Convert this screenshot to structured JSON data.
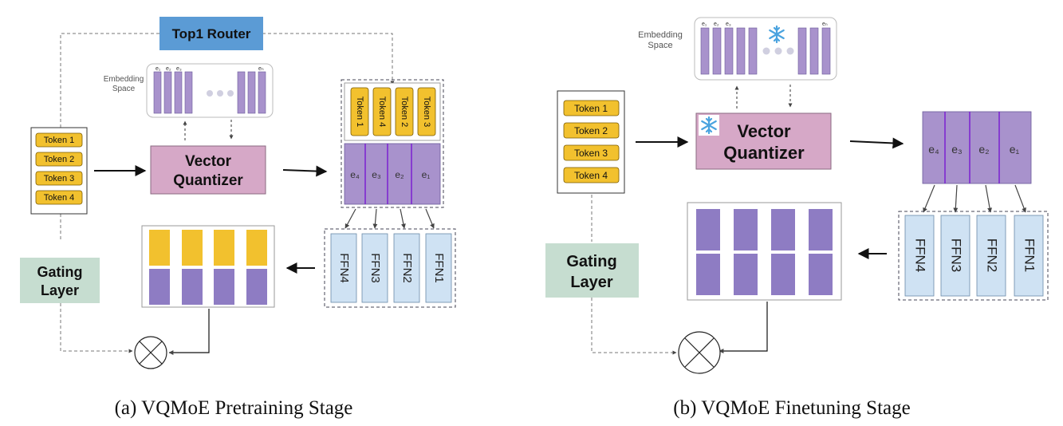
{
  "panel_a": {
    "router_label": "Top1 Router",
    "embedding_label_line1": "Embedding",
    "embedding_label_line2": "Space",
    "tokens": [
      "Token 1",
      "Token 2",
      "Token 3",
      "Token 4"
    ],
    "quantizer_line1": "Vector",
    "quantizer_line2": "Quantizer",
    "routed_tokens": [
      "Token 1",
      "Token 4",
      "Token 2",
      "Token 3"
    ],
    "codes": [
      "e4",
      "e3",
      "e2",
      "e1"
    ],
    "experts": [
      "FFN4",
      "FFN3",
      "FFN2",
      "FFN1"
    ],
    "gating_line1": "Gating",
    "gating_line2": "Layer",
    "caption": "(a) VQMoE Pretraining Stage"
  },
  "panel_b": {
    "embedding_label_line1": "Embedding",
    "embedding_label_line2": "Space",
    "tokens": [
      "Token 1",
      "Token 2",
      "Token 3",
      "Token 4"
    ],
    "quantizer_line1": "Vector",
    "quantizer_line2": "Quantizer",
    "codes": [
      "e4",
      "e3",
      "e2",
      "e1"
    ],
    "experts": [
      "FFN4",
      "FFN3",
      "FFN2",
      "FFN1"
    ],
    "gating_line1": "Gating",
    "gating_line2": "Layer",
    "frozen_icon": "snowflake-icon",
    "caption": "(b) VQMoE Finetuning Stage"
  },
  "colors": {
    "token": "#f2c12e",
    "router": "#5b9bd5",
    "quantizer": "#d6a8c7",
    "code": "#a892cc",
    "code_divider": "#7a1fd1",
    "expert": "#cfe2f3",
    "gating": "#c6ddd0",
    "output_purple": "#8e7cc3",
    "output_yellow": "#f2c12e"
  }
}
